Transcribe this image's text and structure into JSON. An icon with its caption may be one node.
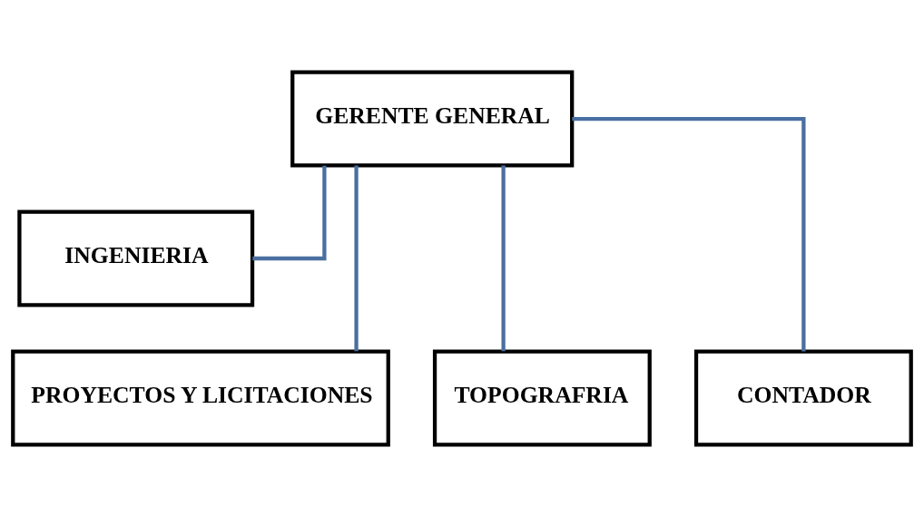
{
  "diagram": {
    "nodes": [
      {
        "text": [
          "GERENTE GENERAL"
        ]
      },
      {
        "text": [
          "INGENIERIA"
        ]
      },
      {
        "text": [
          "PROYECTOS Y LICITACIONES"
        ]
      },
      {
        "text": [
          "TOPOGRAFRIA"
        ]
      },
      {
        "text": [
          "CONTADOR"
        ]
      }
    ],
    "edges": [
      {
        "from": 0,
        "to": 1,
        "arrow": "none"
      },
      {
        "from": 0,
        "to": 2,
        "arrow": "none"
      },
      {
        "from": 0,
        "to": 3,
        "arrow": "none"
      },
      {
        "from": 0,
        "to": 4,
        "arrow": "none"
      }
    ]
  }
}
